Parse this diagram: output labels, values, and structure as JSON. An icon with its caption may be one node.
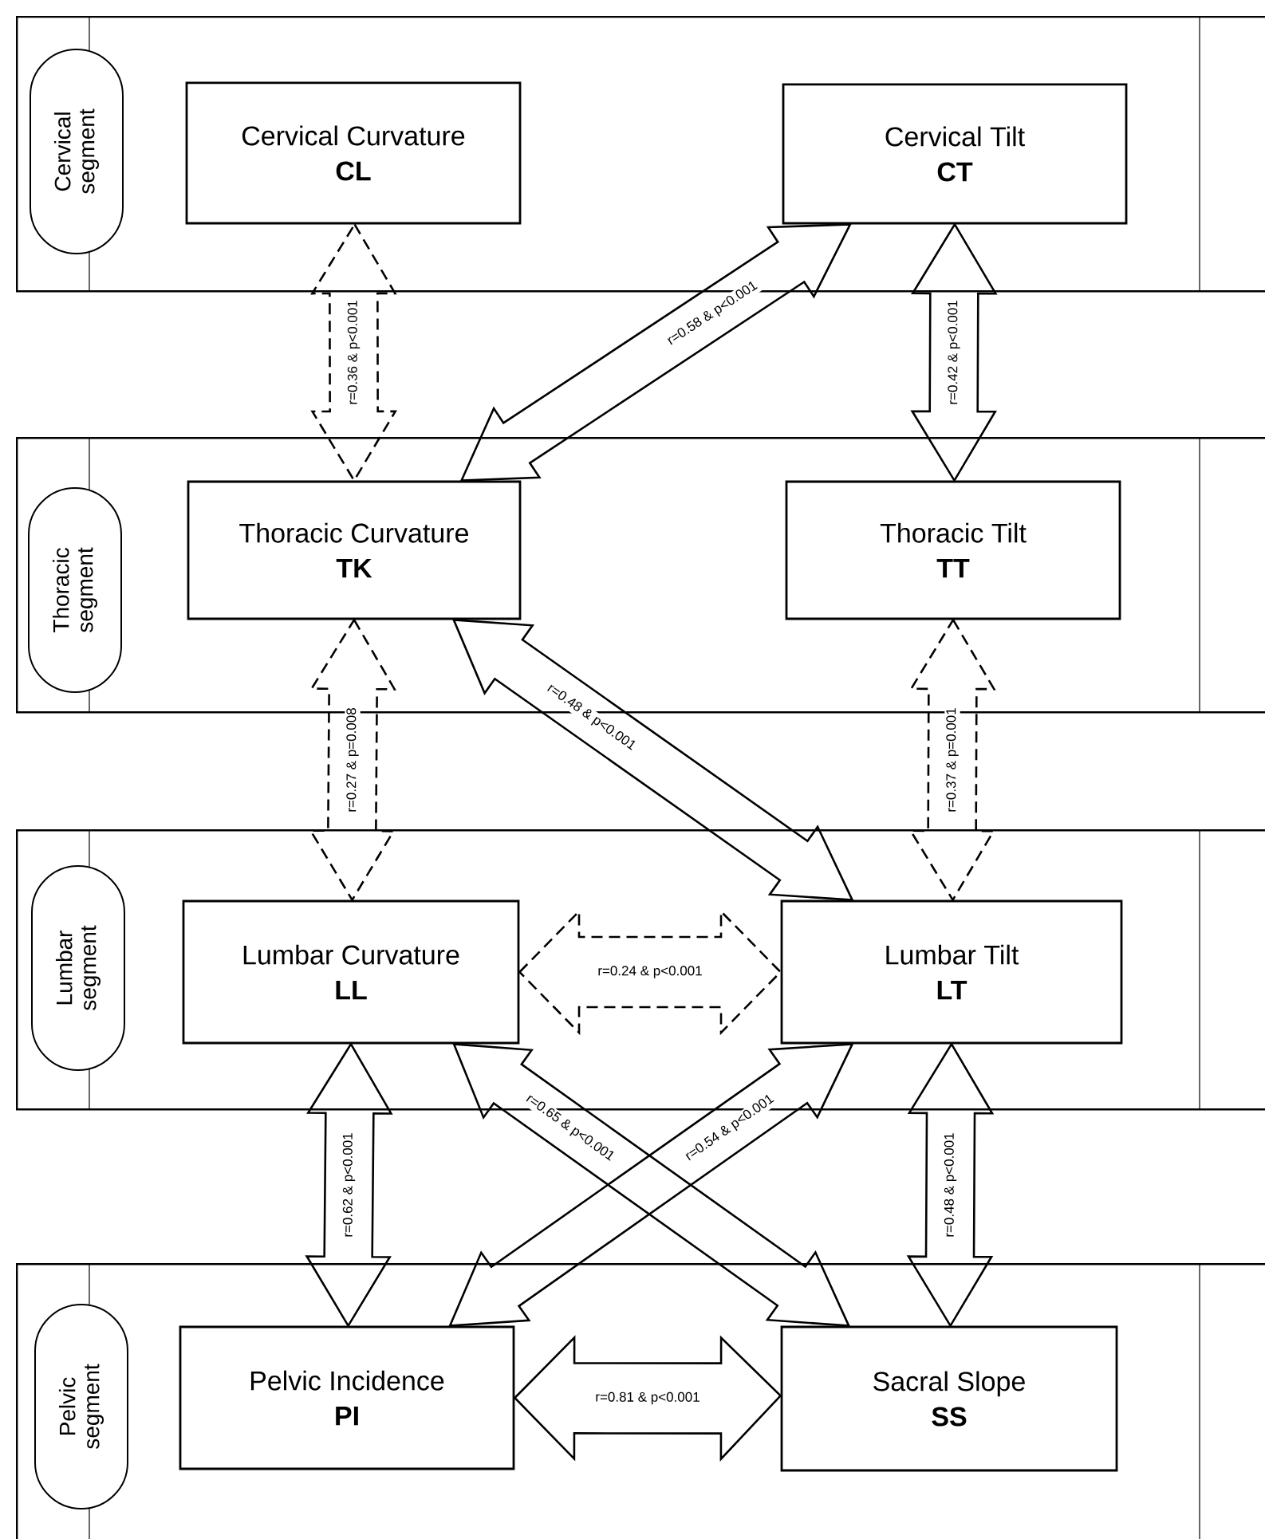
{
  "diagram": {
    "nodes": [
      {
        "text": [],
        "shape": "box"
      },
      {
        "text": [
          "Cervical segment"
        ],
        "in": 0
      },
      {
        "text": [
          "Cervical Curvature",
          "CL"
        ],
        "in": 0
      },
      {
        "text": [
          "Cervical Tilt",
          "CT"
        ],
        "in": 0
      },
      {
        "text": [],
        "shape": "box"
      },
      {
        "text": [
          "Thoracic segment"
        ],
        "in": 4
      },
      {
        "text": [
          "Thoracic Curvature",
          "TK"
        ],
        "in": 4
      },
      {
        "text": [
          "Thoracic Tilt",
          "TT"
        ],
        "in": 4
      },
      {
        "text": [],
        "shape": "box"
      },
      {
        "text": [
          "Lumbar segment"
        ],
        "in": 8
      },
      {
        "text": [
          "Lumbar Curvature",
          "LL"
        ],
        "in": 8
      },
      {
        "text": [
          "Lumbar Tilt",
          "LT"
        ],
        "in": 8
      },
      {
        "text": [],
        "shape": "box"
      },
      {
        "text": [
          "Pelvic segment"
        ],
        "in": 12
      },
      {
        "text": [
          "Pelvic Incidence",
          "PI"
        ],
        "in": 12
      },
      {
        "text": [
          "Sacral Slope",
          "SS"
        ],
        "in": 12
      }
    ],
    "edges": [
      {
        "from": 2,
        "to": 6,
        "arrow": "both",
        "style": "dashed",
        "label": "r=0.36 & p<0.001"
      },
      {
        "from": 3,
        "to": 6,
        "arrow": "both",
        "label": "r=0.58 & p<0.001"
      },
      {
        "from": 3,
        "to": 7,
        "arrow": "both",
        "label": "r=0.42 & p<0.001"
      },
      {
        "from": 6,
        "to": 10,
        "arrow": "both",
        "style": "dashed",
        "label": "r=0.27 & p=0.008"
      },
      {
        "from": 6,
        "to": 11,
        "arrow": "both",
        "label": "r=0.48 & p<0.001"
      },
      {
        "from": 7,
        "to": 11,
        "arrow": "both",
        "style": "dashed",
        "label": "r=0.37 & p=0.001"
      },
      {
        "from": 10,
        "to": 11,
        "arrow": "both",
        "style": "dashed",
        "label": "r=0.24 & p<0.001"
      },
      {
        "from": 10,
        "to": 14,
        "arrow": "both",
        "label": "r=0.62 & p<0.001"
      },
      {
        "from": 10,
        "to": 15,
        "arrow": "both",
        "label": "r=0.65 & p<0.001"
      },
      {
        "from": 11,
        "to": 14,
        "arrow": "both",
        "label": "r=0.54 & p<0.001"
      },
      {
        "from": 11,
        "to": 15,
        "arrow": "both",
        "label": "r=0.48 & p<0.001"
      },
      {
        "from": 14,
        "to": 15,
        "arrow": "both",
        "label": "r=0.81 & p<0.001"
      }
    ]
  }
}
